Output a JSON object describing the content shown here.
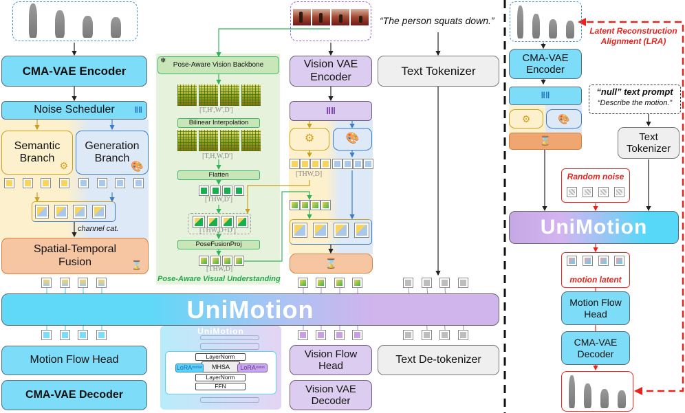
{
  "left_panel": {
    "cma_vae_encoder": "CMA-VAE Encoder",
    "noise_scheduler": "Noise Scheduler",
    "semantic_branch": "Semantic Branch",
    "generation_branch": "Generation Branch",
    "channel_cat": "channel cat.",
    "st_fusion": "Spatial-Temporal Fusion",
    "motion_flow_head": "Motion Flow Head",
    "cma_vae_decoder": "CMA-VAE Decoder"
  },
  "pose_panel": {
    "backbone": "Pose-Aware Vision Backbone",
    "dim1": "[T,H',W',D']",
    "bilinear": "Bilinear Interpolation",
    "dim2": "[T,H,W,D']",
    "flatten": "Flatten",
    "dim3": "[THW,D']",
    "dim4": "[THW,D+D']",
    "posefusion": "PoseFusionProj",
    "dim5": "[THW,D]",
    "caption": "Pose-Aware Visual Understanding"
  },
  "vision_panel": {
    "vae_encoder": "Vision VAE Encoder",
    "dim": "[THW,D]",
    "flow_head": "Vision Flow Head",
    "vae_decoder": "Vision VAE Decoder"
  },
  "text_panel": {
    "prompt": "“The person squats down.”",
    "tokenizer": "Text Tokenizer",
    "detokenizer": "Text De-tokenizer"
  },
  "unimotion_bar": "UniMotion",
  "inset": {
    "title": "UniMotion",
    "layernorm1": "LayerNorm",
    "mhsa": "MHSA",
    "lora_motion": "LoRA",
    "lora_motion_sub": "motion",
    "lora_vision": "LoRA",
    "lora_vision_sub": "vision",
    "layernorm2": "LayerNorm",
    "ffn": "FFN"
  },
  "right_panel": {
    "lra_label": "Latent Reconstruction Alignment (LRA)",
    "cma_vae_encoder": "CMA-VAE Encoder",
    "null_prompt_title": "“null” text prompt",
    "null_prompt_text": "“Describe the motion.”",
    "text_tokenizer": "Text Tokenizer",
    "random_noise": "Random noise",
    "unimotion": "UniMotion",
    "motion_latent": "motion latent",
    "motion_flow_head": "Motion Flow Head",
    "cma_vae_decoder": "CMA-VAE Decoder"
  },
  "colors": {
    "motion_blue": "#7ddcf8",
    "vision_purple": "#dccdf0",
    "semantic_yellow": "#f9d35b",
    "generation_blue": "#a9c8ea",
    "pose_green": "#2fb45c",
    "lra_red": "#e8231e",
    "fusion_orange": "#f6c6a2"
  }
}
